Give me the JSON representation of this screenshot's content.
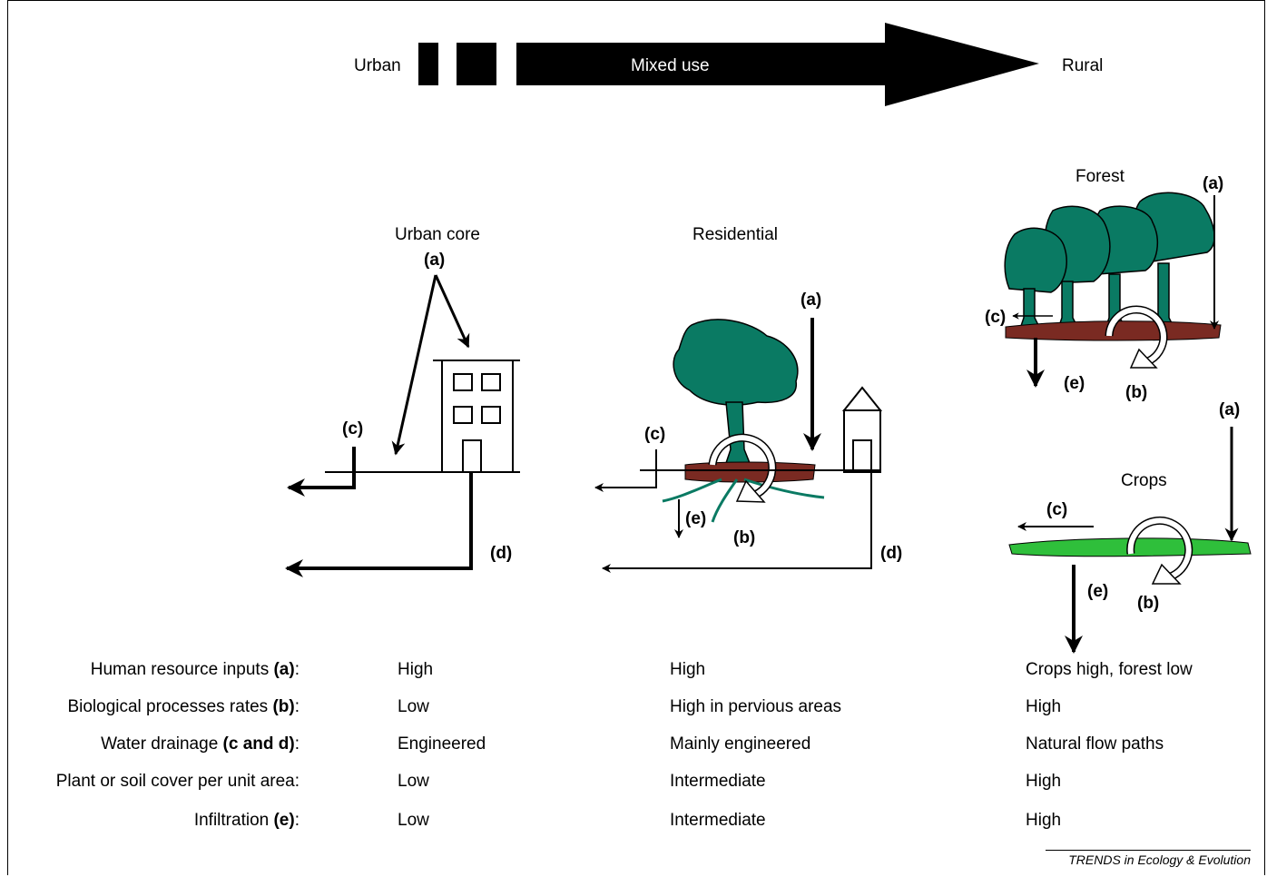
{
  "gradient": {
    "urban": "Urban",
    "mixed": "Mixed use",
    "rural": "Rural"
  },
  "panels": {
    "urban_core": "Urban core",
    "residential": "Residential",
    "forest": "Forest",
    "crops": "Crops"
  },
  "markers": {
    "a": "(a)",
    "b": "(b)",
    "c": "(c)",
    "d": "(d)",
    "e": "(e)"
  },
  "table": {
    "rows": [
      {
        "label": "Human resource inputs ",
        "key": "(a)",
        "suffix": ":",
        "urban": "High",
        "residential": "High",
        "rural": "Crops high, forest low"
      },
      {
        "label": "Biological processes rates ",
        "key": "(b)",
        "suffix": ":",
        "urban": "Low",
        "residential": "High in pervious areas",
        "rural": "High"
      },
      {
        "label": "Water drainage ",
        "key": "(c and d)",
        "suffix": ":",
        "urban": "Engineered",
        "residential": "Mainly engineered",
        "rural": "Natural flow paths"
      },
      {
        "label": "Plant or soil cover per unit area:",
        "key": "",
        "suffix": "",
        "urban": "Low",
        "residential": "Intermediate",
        "rural": "High"
      },
      {
        "label": "Infiltration ",
        "key": "(e)",
        "suffix": ":",
        "urban": "Low",
        "residential": "Intermediate",
        "rural": "High"
      }
    ]
  },
  "credit": "TRENDS in Ecology & Evolution",
  "colors": {
    "tree": "#0a7a63",
    "soil": "#7a2a22",
    "crop": "#2fbf3b"
  }
}
